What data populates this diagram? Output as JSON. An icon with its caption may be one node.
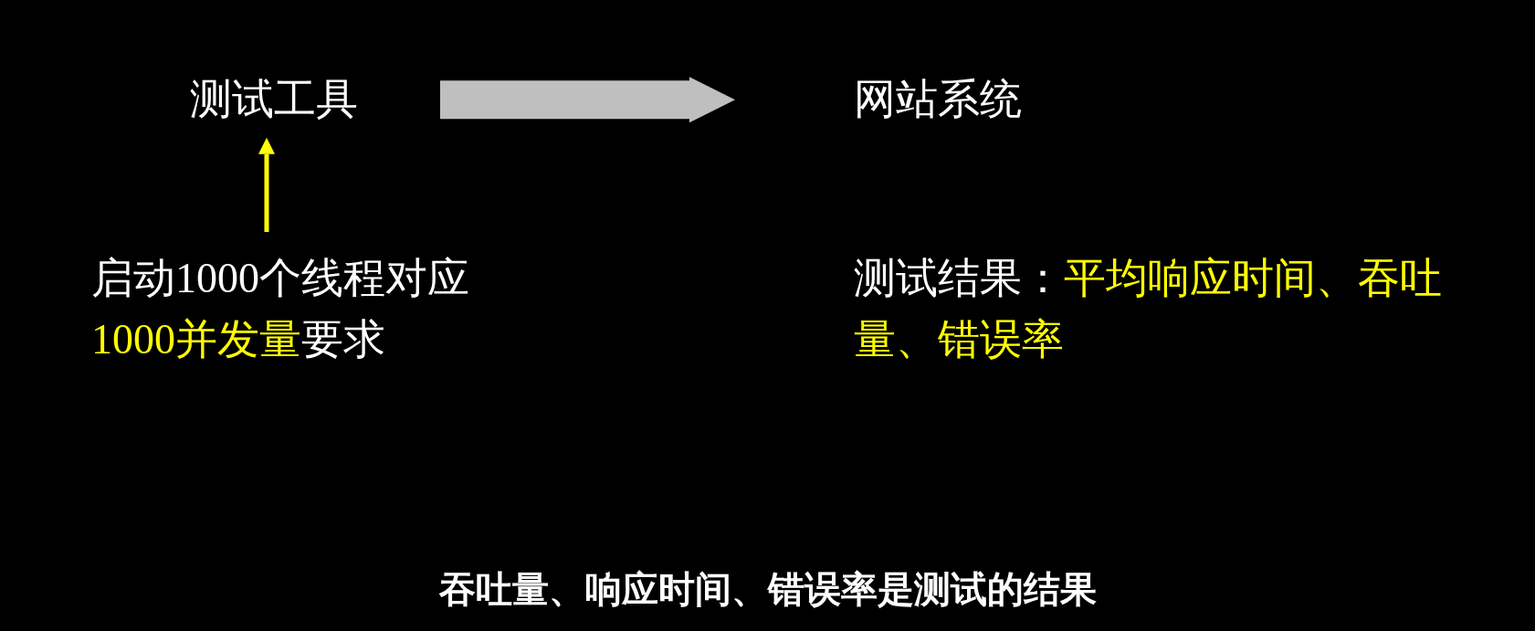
{
  "diagram": {
    "caption": "吞吐量、响应时间、错误率是测试的结果",
    "nodes": [
      {
        "text": [
          "测试工具"
        ]
      },
      {
        "text": [
          "网站系统"
        ]
      },
      {
        "text": [
          "启动1000个线程对应",
          "*1000并发量*",
          "要求"
        ]
      },
      {
        "text": [
          "测试结果：*平均响应时间、吞吐量、错误率*"
        ]
      }
    ],
    "edges": [
      {
        "from": 0,
        "to": 1,
        "arrow": "to",
        "style": "thick",
        "color": "#bfbfbf"
      },
      {
        "from": 2,
        "to": 0,
        "arrow": "to",
        "color": "#ffff00"
      }
    ]
  }
}
